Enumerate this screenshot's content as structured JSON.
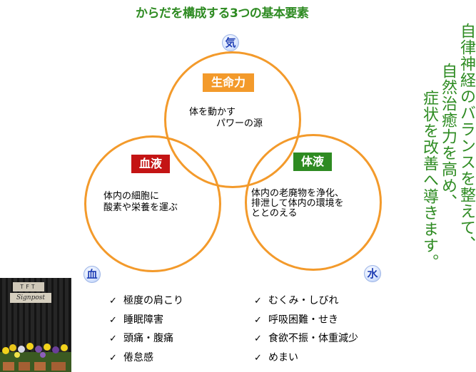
{
  "title": "からだを構成する3つの基本要素",
  "circles": {
    "top": {
      "label": "生命力",
      "label_color": "#f39a2b",
      "text_lines": [
        "体を動かす",
        "パワーの源"
      ]
    },
    "left": {
      "label": "血液",
      "label_color": "#c41414",
      "text_lines": [
        "体内の細胞に",
        "酸素や栄養を運ぶ"
      ]
    },
    "right": {
      "label": "体液",
      "label_color": "#2e8b22",
      "text_lines": [
        "体内の老廃物を浄化、",
        "排泄して体内の環境を",
        "ととのえる"
      ]
    },
    "outline_color": "#f39a2b"
  },
  "badges": {
    "ki": "気",
    "ketsu": "血",
    "sui": "水"
  },
  "message": {
    "lines": [
      "自律神経のバランスを整えて、",
      "自然治癒力を高め、",
      "症状を改善へ導きます。"
    ],
    "color": "#2e8b22"
  },
  "photo": {
    "sign_top": "TFT",
    "sign_bottom": "Signpost"
  },
  "checklist": {
    "mark": "✓",
    "left_items": [
      "極度の肩こり",
      "睡眠障害",
      "頭痛・腹痛",
      "倦怠感"
    ],
    "right_items": [
      "むくみ・しびれ",
      "呼吸困難・せき",
      "食欲不振・体重減少",
      "めまい"
    ]
  }
}
